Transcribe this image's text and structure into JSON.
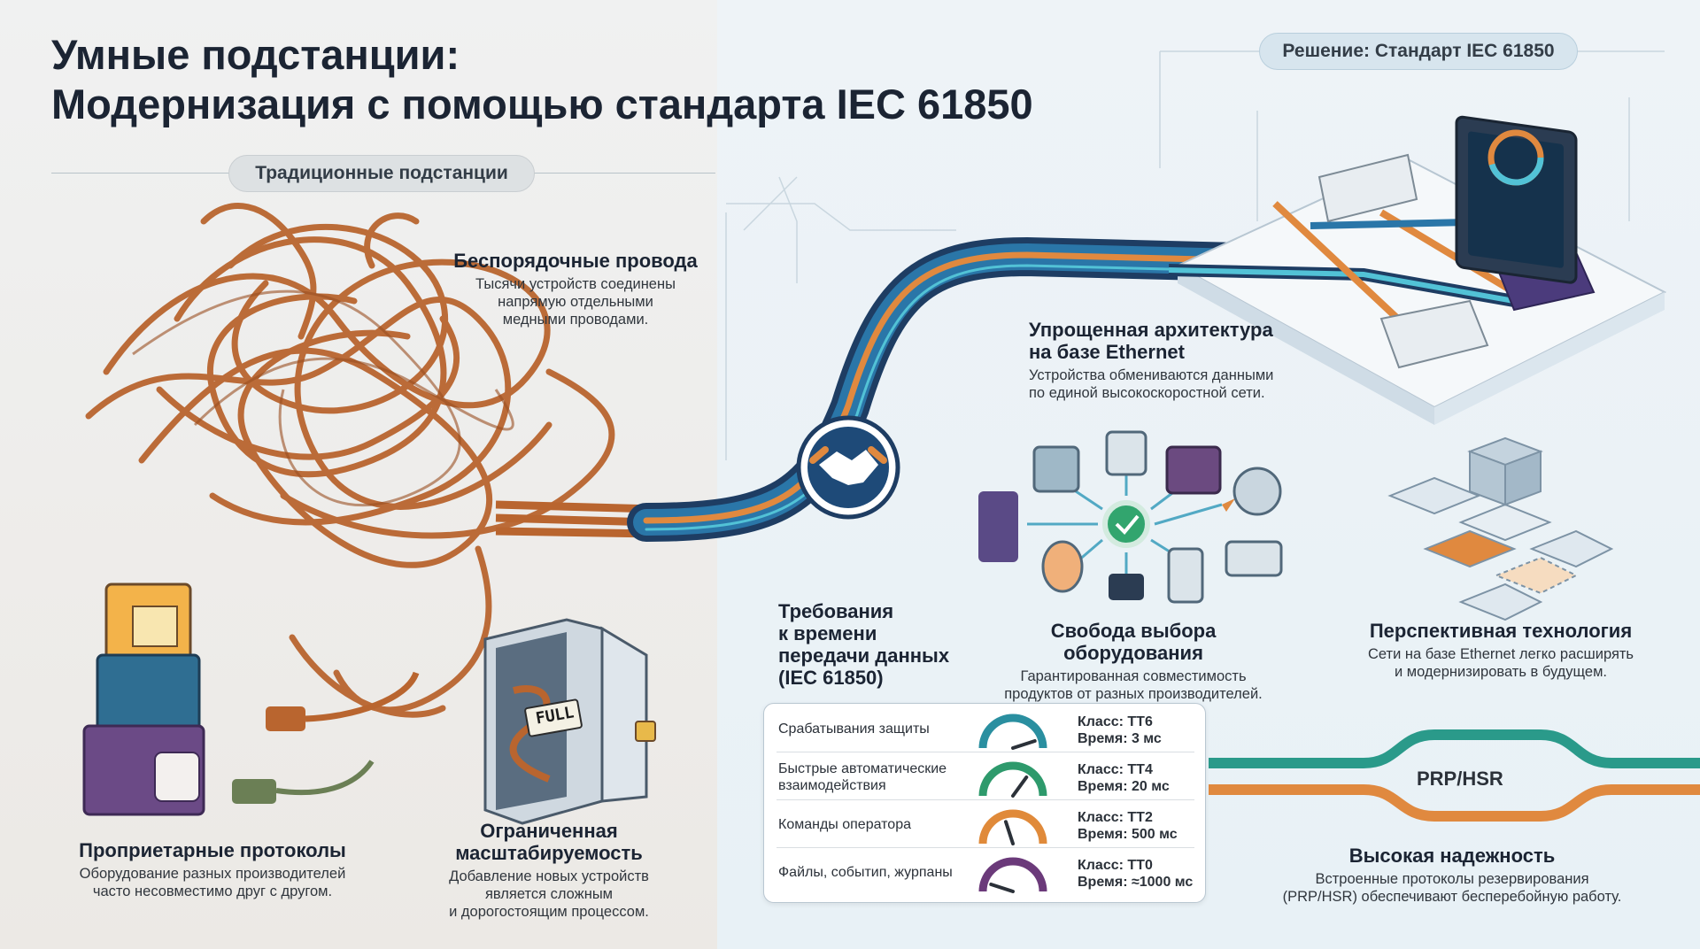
{
  "title": {
    "line1": "Умные подстанции:",
    "line2": "Модернизация с помощью стандарта IEC 61850"
  },
  "sections": {
    "traditional": "Традиционные подстанции",
    "solution": "Решение: Стандарт IEC 61850"
  },
  "blocks": {
    "messy_wires": {
      "heading": "Беспорядочные провода",
      "text1": "Тысячи устройств соединены",
      "text2": "напрямую отдельными",
      "text3": "медными проводами."
    },
    "proprietary": {
      "heading": "Проприетарные протоколы",
      "text1": "Оборудование разных производителей",
      "text2": "часто несовместимо друг с другом."
    },
    "scalability": {
      "heading1": "Ограниченная",
      "heading2": "масштабируемость",
      "text1": "Добавление новых устройств",
      "text2": "является сложным",
      "text3": "и дорогостоящим процессом."
    },
    "ethernet": {
      "heading1": "Упрощенная архитектура",
      "heading2": "на базе Ethernet",
      "text1": "Устройства обмениваются данными",
      "text2": "по единой высокоскоростной сети."
    },
    "freedom": {
      "heading": "Свобода выбора оборудования",
      "text1": "Гарантированная совместимость",
      "text2": "продуктов от разных производителей."
    },
    "future": {
      "heading": "Перспективная технология",
      "text1": "Сети на базе Ethernet легко расширять",
      "text2": "и модернизировать в будущем."
    },
    "reliability": {
      "heading": "Высокая надежность",
      "text1": "Встроенные протоколы резервирования",
      "text2": "(PRP/HSR) обеспечивают бесперебойную работу."
    }
  },
  "requirements": {
    "heading": [
      "Требования",
      "к времени",
      "передачи данных",
      "(IEC 61850)"
    ],
    "rows": [
      {
        "label": "Срабатывания защиты",
        "class": "Класс: TT6",
        "time": "Время: 3 мс",
        "color": "#2a8fa0",
        "level": 0.9
      },
      {
        "label": "Быстрые автоматические взаимодействия",
        "class": "Класс: TT4",
        "time": "Время: 20 мс",
        "color": "#2e9a6c",
        "level": 0.7
      },
      {
        "label": "Команды оператора",
        "class": "Класс: TT2",
        "time": "Время: 500 мс",
        "color": "#e08a3a",
        "level": 0.4
      },
      {
        "label": "Файлы, событип, журпаны",
        "class": "Класс: TT0",
        "time": "Время: ≈1000 мс",
        "color": "#6b3a7a",
        "level": 0.1
      }
    ]
  },
  "prp_label": "PRP/HSR",
  "full_label": "FULL"
}
